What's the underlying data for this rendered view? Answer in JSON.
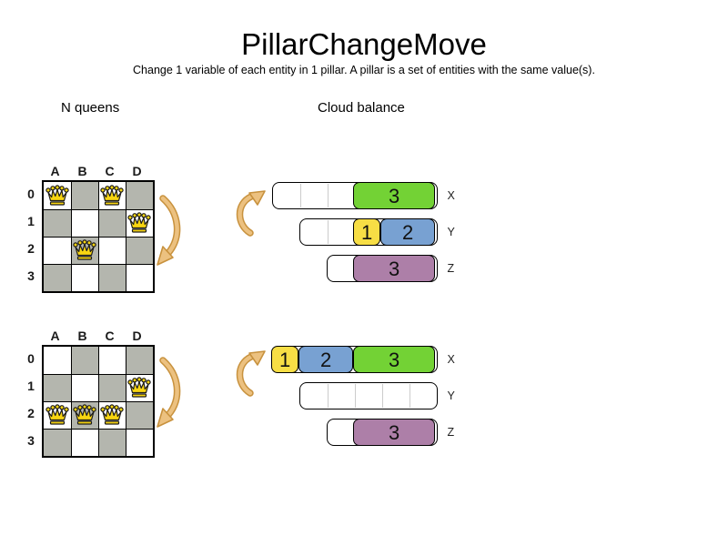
{
  "title": "PillarChangeMove",
  "subtitle": "Change 1 variable of each entity in 1 pillar. A pillar is a set of entities with the same value(s).",
  "sections": {
    "nqueens_label": "N queens",
    "cloud_label": "Cloud balance"
  },
  "colors": {
    "green": "#73d235",
    "yellow": "#f7de45",
    "blue": "#78a1d2",
    "purple": "#ad7fa8",
    "board_gray": "#b4b6ae",
    "board_white": "#ffffff",
    "queen_gold": "#f8d511",
    "arrow_fill": "#ecc180",
    "arrow_stroke": "#c8923e"
  },
  "icons": {
    "queen": "chess-queen-icon",
    "nqueens_move_arrow": "curved-arrow-down-icon",
    "cloud_move_arrow": "curved-arrow-up-icon"
  },
  "boards": [
    {
      "state": "before",
      "columns": [
        "A",
        "B",
        "C",
        "D"
      ],
      "rows": [
        "0",
        "1",
        "2",
        "3"
      ],
      "queens": [
        {
          "col": "A",
          "row": 0
        },
        {
          "col": "C",
          "row": 0
        },
        {
          "col": "D",
          "row": 1
        },
        {
          "col": "B",
          "row": 2
        }
      ]
    },
    {
      "state": "after",
      "columns": [
        "A",
        "B",
        "C",
        "D"
      ],
      "rows": [
        "0",
        "1",
        "2",
        "3"
      ],
      "queens": [
        {
          "col": "D",
          "row": 1
        },
        {
          "col": "A",
          "row": 2
        },
        {
          "col": "B",
          "row": 2
        },
        {
          "col": "C",
          "row": 2
        }
      ]
    }
  ],
  "cloud_states": [
    {
      "state": "before",
      "computers": [
        {
          "label": "X",
          "capacity": 6,
          "processes": [
            {
              "value": "3",
              "size": 3,
              "color": "green"
            }
          ]
        },
        {
          "label": "Y",
          "capacity": 5,
          "processes": [
            {
              "value": "1",
              "size": 1,
              "color": "yellow"
            },
            {
              "value": "2",
              "size": 2,
              "color": "blue"
            }
          ]
        },
        {
          "label": "Z",
          "capacity": 4,
          "processes": [
            {
              "value": "3",
              "size": 3,
              "color": "purple"
            }
          ]
        }
      ]
    },
    {
      "state": "after",
      "computers": [
        {
          "label": "X",
          "capacity": 6,
          "processes": [
            {
              "value": "1",
              "size": 1,
              "color": "yellow"
            },
            {
              "value": "2",
              "size": 2,
              "color": "blue"
            },
            {
              "value": "3",
              "size": 3,
              "color": "green"
            }
          ]
        },
        {
          "label": "Y",
          "capacity": 5,
          "processes": []
        },
        {
          "label": "Z",
          "capacity": 4,
          "processes": [
            {
              "value": "3",
              "size": 3,
              "color": "purple"
            }
          ]
        }
      ]
    }
  ]
}
